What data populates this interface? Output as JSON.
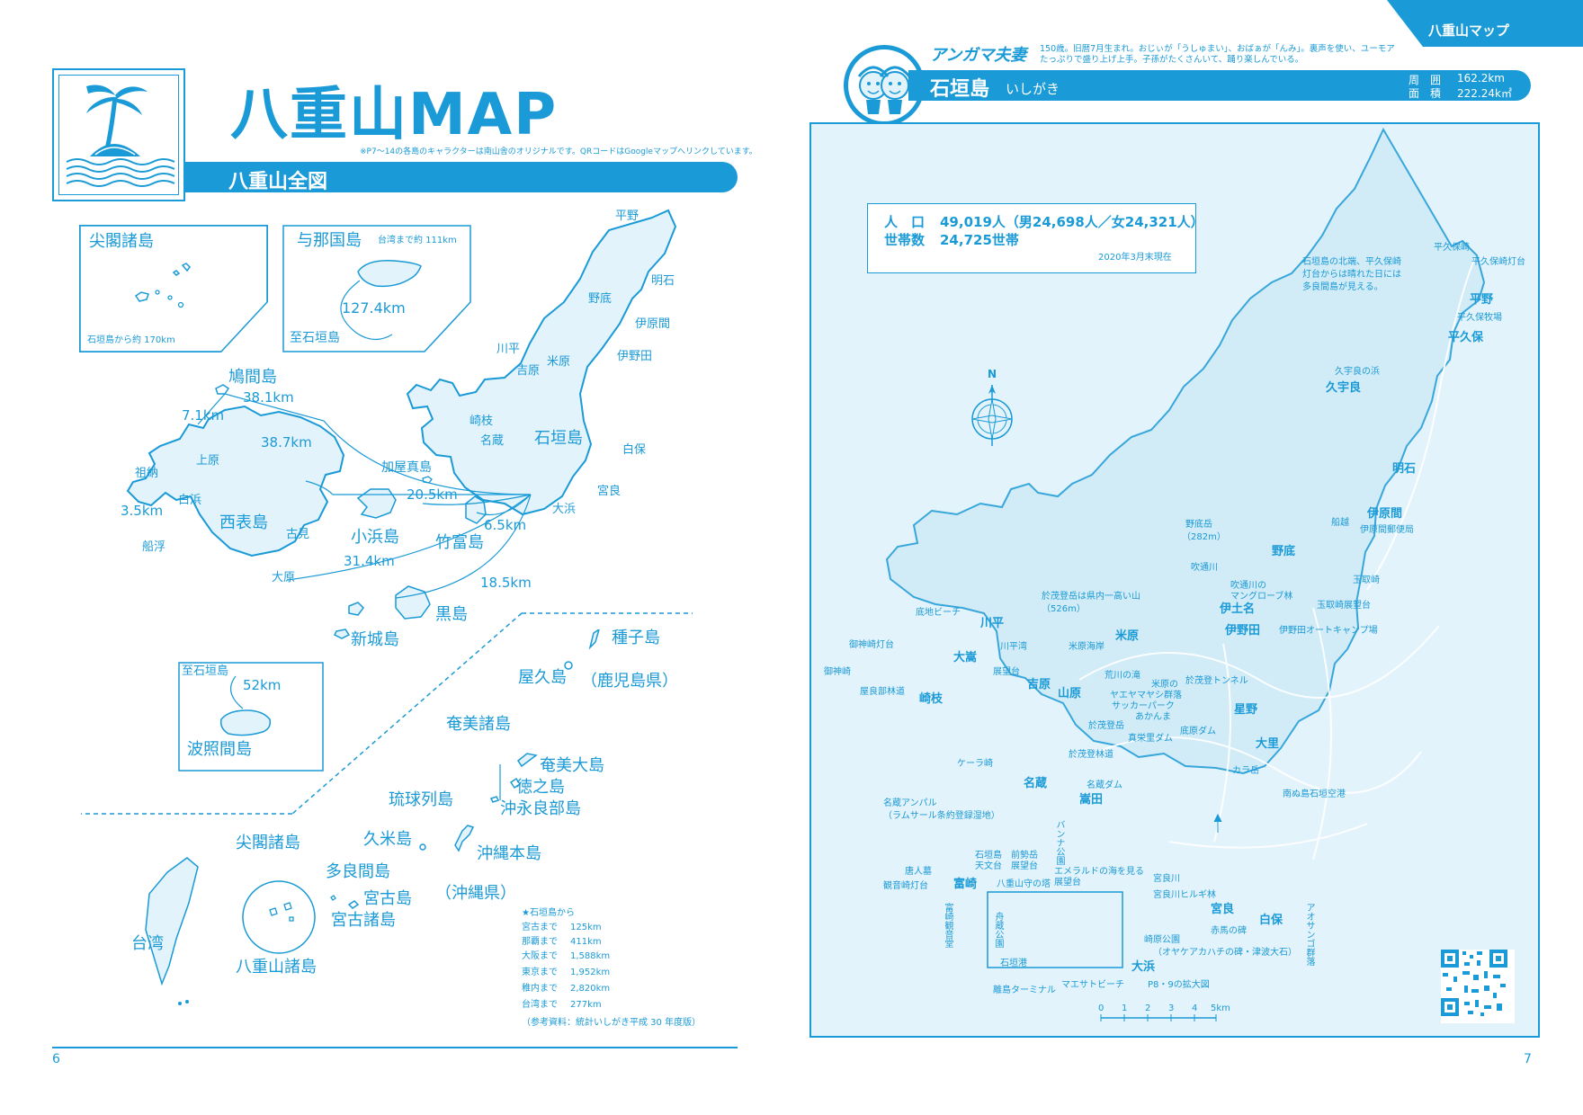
{
  "left_page": {
    "title": "八重山MAP",
    "note": "※P7〜14の各島のキャラクターは南山舎のオリジナルです。QRコードはGoogleマップへリンクしています。",
    "section_title": "八重山全図",
    "page_number": "6",
    "insets": {
      "senkaku": {
        "title": "尖閣諸島",
        "caption": "石垣島から約 170km"
      },
      "yonaguni": {
        "title": "与那国島",
        "caption_top": "台湾まで約 111km",
        "distance": "127.4km",
        "to": "至石垣島"
      },
      "hateruma": {
        "to": "至石垣島",
        "distance": "52km",
        "title": "波照間島"
      }
    },
    "islands": {
      "hatoma": "鳩間島",
      "iriomote": "西表島",
      "kohama": "小浜島",
      "taketomi": "竹富島",
      "kuroshima": "黒島",
      "aragusuku": "新城島",
      "kayama": "加屋真島",
      "ishigaki": "石垣島"
    },
    "places": {
      "hirano": "平野",
      "akashi": "明石",
      "nosoko": "野底",
      "ibaruma": "伊原間",
      "kabira": "川平",
      "yonehara": "米原",
      "ibaruma2": "伊野田",
      "yoshihara": "吉原",
      "sakieda": "崎枝",
      "nagura": "名蔵",
      "shiraho": "白保",
      "miyara": "宮良",
      "ohama": "大浜",
      "uehara": "上原",
      "sonai": "祖納",
      "shirahama": "白浜",
      "funauki": "船浮",
      "komi": "古見",
      "ohara": "大原"
    },
    "distances": {
      "d1": "38.1km",
      "d2": "7.1km",
      "d3": "38.7km",
      "d4": "20.5km",
      "d5": "3.5km",
      "d6": "6.5km",
      "d7": "31.4km",
      "d8": "18.5km"
    },
    "regional": {
      "tanegashima": "種子島",
      "yakushima": "屋久島",
      "kagoshima": "（鹿児島県）",
      "amami_islands": "奄美諸島",
      "amami_oshima": "奄美大島",
      "tokunoshima": "徳之島",
      "okinoerabu": "沖永良部島",
      "ryukyu": "琉球列島",
      "kumejima": "久米島",
      "okinawa_honto": "沖縄本島",
      "okinawa_pref": "（沖縄県）",
      "senkaku": "尖閣諸島",
      "taramajima": "多良間島",
      "miyakojima": "宮古島",
      "miyako_islands": "宮古諸島",
      "taiwan": "台湾",
      "yaeyama_islands": "八重山諸島"
    },
    "distances_list": {
      "header": "★石垣島から",
      "rows": [
        {
          "to": "宮古まで",
          "km": "125km"
        },
        {
          "to": "那覇まで",
          "km": "411km"
        },
        {
          "to": "大阪まで",
          "km": "1,588km"
        },
        {
          "to": "東京まで",
          "km": "1,952km"
        },
        {
          "to": "稚内まで",
          "km": "2,820km"
        },
        {
          "to": "台湾まで",
          "km": "277km"
        }
      ],
      "source": "（参考資料：統計いしがき平成 30 年度版）"
    }
  },
  "right_page": {
    "tab": "八重山マップ",
    "character_name": "アンガマ夫妻",
    "character_desc_1": "150歳。旧暦7月生まれ。おじぃが「うしゅまい」、おばぁが「んみ」。裏声を使い、ユーモア",
    "character_desc_2": "たっぷりで盛り上げ上手。子孫がたくさんいて、踊り楽しんでいる。",
    "island_name": "石垣島",
    "island_reading": "いしがき",
    "perimeter_label": "周　囲",
    "perimeter_value": "162.2km",
    "area_label": "面　積",
    "area_value": "222.24k㎡",
    "page_number": "7",
    "population": {
      "label_pop": "人　口",
      "value_pop": "49,019人（男24,698人／女24,321人）",
      "label_house": "世帯数",
      "value_house": "24,725世帯",
      "as_of": "2020年3月末現在"
    },
    "compass_n": "N",
    "scale": {
      "ticks": [
        "0",
        "1",
        "2",
        "3",
        "4",
        "5km"
      ]
    },
    "notes": {
      "hirakubo": "石垣島の北端、平久保崎",
      "hirakubo2": "灯台からは晴れた日には",
      "hirakubo3": "多良間島が見える。",
      "omoto": "於茂登岳は県内一高い山",
      "omoto2": "（526m）",
      "nagura_anparu": "名蔵アンパル",
      "nagura_anparu2": "（ラムサール条約登録湿地）",
      "enlarged": "P8・9の拡大図"
    },
    "labels": {
      "hirakubozaki": "平久保崎",
      "hirakubozaki_lh": "平久保崎灯台",
      "hirano": "平野",
      "hirakubo_farm": "平久保牧場",
      "hirakubo": "平久保",
      "kubura_beach": "久宇良の浜",
      "kubura": "久宇良",
      "akashi": "明石",
      "funakoshi": "船越",
      "ibaruma": "伊原間",
      "ibaruma_po": "伊原間郵便局",
      "nosokodake": "野底岳",
      "nosokodake_h": "（282m）",
      "nosoko": "野底",
      "fukidogawa": "吹通川",
      "mangrove": "吹通川の",
      "mangrove2": "マングローブ林",
      "ibena": "伊土名",
      "tamatorizaki": "玉取崎",
      "tamatori_view": "玉取崎展望台",
      "inoda": "伊野田",
      "inoda_camp": "伊野田オートキャンプ場",
      "sukuji": "底地ビーチ",
      "kabira": "川平",
      "kabira_bay": "川平湾",
      "yonehara_beach": "米原海岸",
      "yonehara": "米原",
      "ogamizaki_lh": "御神崎灯台",
      "ogamizaki": "御神崎",
      "ohdake": "大嵩",
      "tenboudai": "展望台",
      "arakawa": "荒川の滝",
      "yaeyama_yashi": "米原の",
      "yaeyama_yashi2": "ヤエヤマヤシ群落",
      "omoto_tunnel": "於茂登トンネル",
      "yarabu": "屋良部林道",
      "sakieda": "崎枝",
      "yoshihara": "吉原",
      "yamahara": "山原",
      "soccer": "サッカーパーク",
      "soccer2": "あかんま",
      "omotodake": "於茂登岳",
      "hoshino": "星野",
      "sokobaru_dam": "底原ダム",
      "shinei_dam": "真栄里ダム",
      "omoto_rindo": "於茂登林道",
      "ohzato": "大里",
      "karadake": "カラ岳",
      "airport": "南ぬ島石垣空港",
      "kerazaki": "ケーラ崎",
      "nagura": "名蔵",
      "nagura_dam": "名蔵ダム",
      "tonoshiro": "嵩田",
      "banna1": "バンナ公園",
      "astronomy": "石垣島",
      "astronomy2": "天文台",
      "maeseidake": "前勢岳",
      "maeseidake2": "展望台",
      "emerald": "エメラルドの海を見る",
      "emerald2": "展望台",
      "tojinbaka": "唐人墓",
      "kannonzaki": "観音崎灯台",
      "fusaki": "富崎",
      "yaeyama_mori": "八重山守の塔",
      "miyaragawa": "宮良川",
      "hirugi": "宮良川ヒルギ林",
      "miyara": "宮良",
      "shiraho": "白保",
      "akauma": "赤馬の碑",
      "aosango": "アオサンゴ群落",
      "sakihara": "崎原公園",
      "sakihara2": "（オヤケアカハチの碑・津波大石）",
      "ohama": "大浜",
      "tomari": "石垣港",
      "ferry": "離島ターミナル",
      "maesato": "マエサトビーチ",
      "fusaki_kannon": "富崎観音堂",
      "funakura": "舟蔵公園"
    }
  }
}
